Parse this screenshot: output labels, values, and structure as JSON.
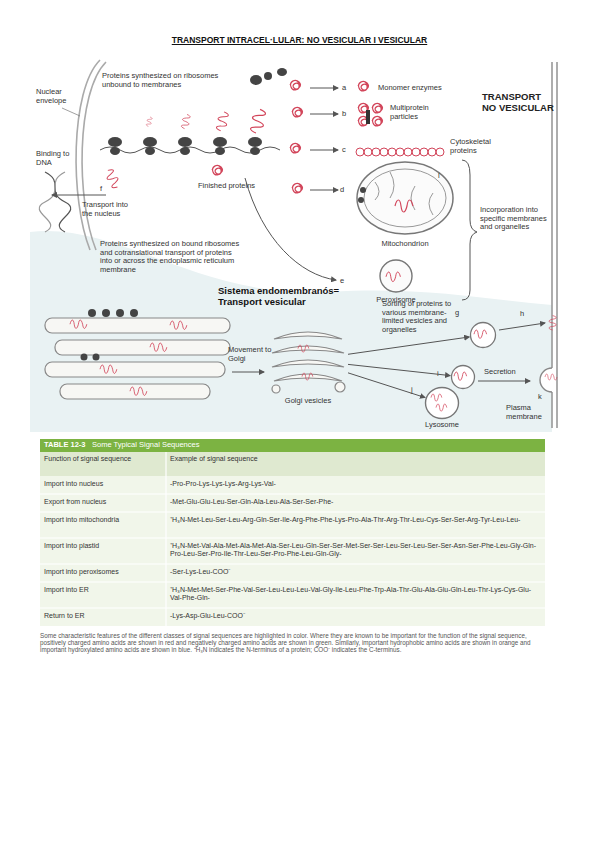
{
  "diagram": {
    "title": "TRANSPORT INTRACEL·LULAR: NO VESICULAR I VESICULAR",
    "caption": "Some characteristic features of the different classes of signal sequences are highlighted in color. Where they are known to be important for the function of the signal sequence, positively charged amino acids are shown in red and negatively charged amino acids are shown in green. Similarly, important hydrophobic amino acids are shown in orange and important hydroxylated amino acids are shown in blue. ⁺H₃N indicates the N-terminus of a protein; COO⁻ indicates the C-terminus.",
    "nodes": [
      {
        "text": [
          "Mitochondrion"
        ]
      },
      {
        "text": [
          "Peroxisome"
        ]
      },
      {
        "text": [
          "Golgi vesicles"
        ]
      },
      {
        "text": [
          "g"
        ]
      },
      {
        "text": [
          "i"
        ]
      },
      {
        "text": [
          "j",
          "Lysosome"
        ]
      }
    ],
    "edges": [
      {
        "from": 2,
        "to": 3,
        "arrow": "to"
      },
      {
        "from": 2,
        "to": 4,
        "arrow": "to"
      },
      {
        "from": 2,
        "to": 5,
        "arrow": "to"
      }
    ],
    "labels": [
      "Nuclear envelope",
      "Proteins synthesized on ribosomes unbound to membranes",
      "a",
      "Monomer enzymes",
      "b",
      "Multiprotein particles",
      "c",
      "Cytoskeletal proteins",
      "TRANSPORT NO VESICULAR",
      "Binding to DNA",
      "Finished proteins",
      "d",
      "l",
      "f",
      "Transport into the nucleus",
      "Incorporation into specific membranes and organelles",
      "e",
      "Proteins synthesized on bound ribosomes and cotranslational transport of proteins into or across the endoplasmic reticulum membrane",
      "Sistema endomembranós= Transport vesicular",
      "Movement to Golgi",
      "Sorting of proteins to various membrane-limited vesicles and organelles",
      "h",
      "Secretion",
      "k",
      "Plasma membrane",
      "TABLE 12-3",
      "Some Typical Signal Sequences",
      "Function of signal sequence",
      "Example of signal sequence",
      "Import into nucleus",
      "-Pro-Pro-Lys-Lys-Lys-Arg-Lys-Val-",
      "Export from nucleus",
      "-Met-Glu-Glu-Leu-Ser-Gln-Ala-Leu-Ala-Ser-Ser-Phe-",
      "Import into mitochondria",
      "⁺H₃N-Met-Leu-Ser-Leu-Arg-Gln-Ser-Ile-Arg-Phe-Phe-Lys-Pro-Ala-Thr-Arg-Thr-Leu-Cys-Ser-Ser-Arg-Tyr-Leu-Leu-",
      "Import into plastid",
      "⁺H₃N-Met-Val-Ala-Met-Ala-Met-Ala-Ser-Leu-Gln-Ser-Ser-Met-Ser-Ser-Leu-Ser-Leu-Ser-Ser-Asn-Ser-Phe-Leu-Gly-Gln-Pro-Leu-Ser-Pro-Ile-Thr-Leu-Ser-Pro-Phe-Leu-Gln-Gly-",
      "Import into peroxisomes",
      "-Ser-Lys-Leu-COO⁻",
      "Import into ER",
      "⁺H₃N-Met-Met-Ser-Phe-Val-Ser-Leu-Leu-Leu-Val-Gly-Ile-Leu-Phe-Trp-Ala-Thr-Glu-Ala-Glu-Gln-Leu-Thr-Lys-Cys-Glu-Val-Phe-Gln-",
      "Return to ER",
      "-Lys-Asp-Glu-Leu-COO⁻"
    ]
  }
}
